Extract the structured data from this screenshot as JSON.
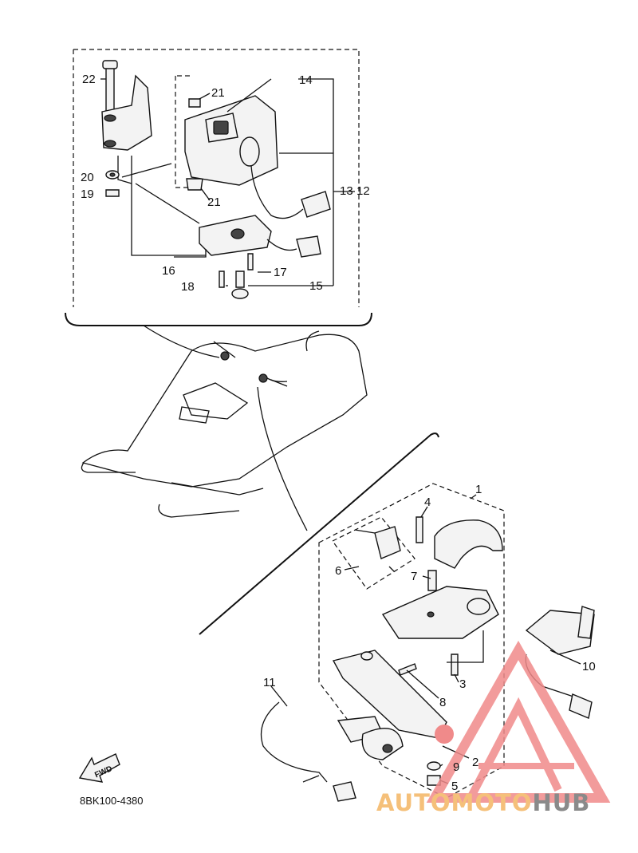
{
  "diagram": {
    "drawing_code": "8BK100-4380",
    "fwd_label": "FWD",
    "callouts": [
      "1",
      "2",
      "3",
      "4",
      "5",
      "6",
      "7",
      "8",
      "9",
      "10",
      "11",
      "12",
      "13",
      "14",
      "15",
      "16",
      "17",
      "18",
      "19",
      "20",
      "21",
      "21",
      "22"
    ]
  },
  "watermark": {
    "text_part1": "AUTOMOTO",
    "text_part2": "HUB",
    "color_primary": "#f5c07a",
    "color_secondary": "#8a8a8a",
    "triangle_color": "#f08a8a"
  }
}
